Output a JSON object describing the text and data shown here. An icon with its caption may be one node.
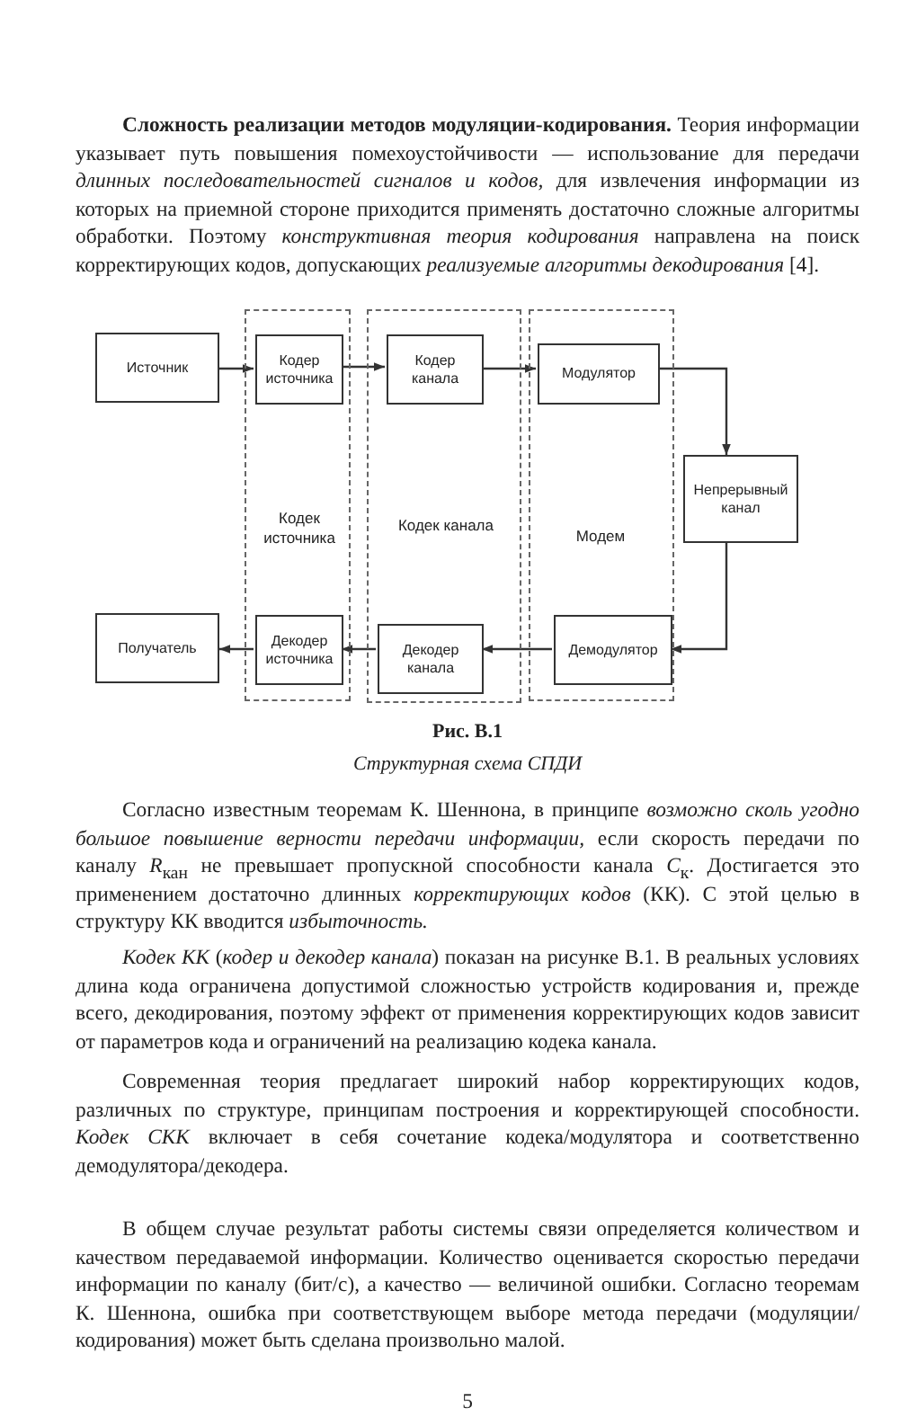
{
  "diagram": {
    "nodes": [
      {
        "text": [
          "Источник"
        ]
      },
      {
        "text": [
          "Кодек источника"
        ]
      },
      {
        "text": [
          "Кодер источника"
        ],
        "in": 1
      },
      {
        "text": [
          "Декодер источника"
        ],
        "in": 1
      },
      {
        "text": [
          "Кодек канала"
        ]
      },
      {
        "text": [
          "Кодер канала"
        ],
        "in": 4
      },
      {
        "text": [
          "Декодер канала"
        ],
        "in": 4
      },
      {
        "text": [
          "Модем"
        ]
      },
      {
        "text": [
          "Модулятор"
        ],
        "in": 7
      },
      {
        "text": [
          "Демодулятор"
        ],
        "in": 7
      },
      {
        "text": [
          "Непрерывный канал"
        ]
      },
      {
        "text": [
          "Получатель"
        ]
      }
    ],
    "edges": [
      {
        "from": 0,
        "to": 2,
        "arrow": "to"
      },
      {
        "from": 2,
        "to": 5,
        "arrow": "to"
      },
      {
        "from": 5,
        "to": 8,
        "arrow": "to"
      },
      {
        "from": 8,
        "to": 10,
        "arrow": "to"
      },
      {
        "from": 10,
        "to": 9,
        "arrow": "to"
      },
      {
        "from": 9,
        "to": 6,
        "arrow": "to"
      },
      {
        "from": 6,
        "to": 3,
        "arrow": "to"
      },
      {
        "from": 3,
        "to": 11,
        "arrow": "to"
      }
    ],
    "labels": [
      "**Сложность реализации методов модуляции-кодирования.** Теория информации указывает путь повышения помехоустойчивости — использование для передачи *длинных последовательностей сигналов и кодов,* для извлечения информации из которых на приемной стороне приходится применять достаточно сложные алгоритмы обработки. Поэтому *конструктивная теория кодирования* направлена на поиск корректирующих кодов, допускающих *реализуемые алгоритмы декодирования* [4].",
      "Рис. В.1",
      "Структурная схема СПДИ",
      "Согласно известным теоремам К. Шеннона, в принципе *возможно сколь угодно большое повышение верности передачи информации,* если скорость передачи по каналу *R*$_{кан}$ не превышает пропускной способности канала *C*$_{к}$. Достигается это применением достаточно длинных *корректирующих кодов* (КК). С этой целью в структуру КК вводится *избыточность.*",
      "*Кодек КК* (*кодер и декодер канала*) показан на рисунке В.1. В реальных условиях длина кода ограничена допустимой сложностью устройств кодирования и, прежде всего, декодирования, поэтому эффект от применения корректирующих кодов зависит от параметров кода и ограничений на реализацию кодека канала.",
      "Современная теория предлагает широкий набор корректирующих кодов, различных по структуре, принципам построения и корректирующей способности. *Кодек СКК* включает в себя сочетание кодека/модулятора и соответственно демодулятора/декодера.",
      "В общем случае результат работы системы связи определяется количеством и качеством передаваемой информации. Количество оценивается скоростью передачи информации по каналу (бит/с), а качество — величиной ошибки. Согласно теоремам К. Шеннона, ошибка при соответствующем выборе метода передачи (модуляции/кодирования) может быть сделана произвольно малой.",
      "5"
    ]
  }
}
